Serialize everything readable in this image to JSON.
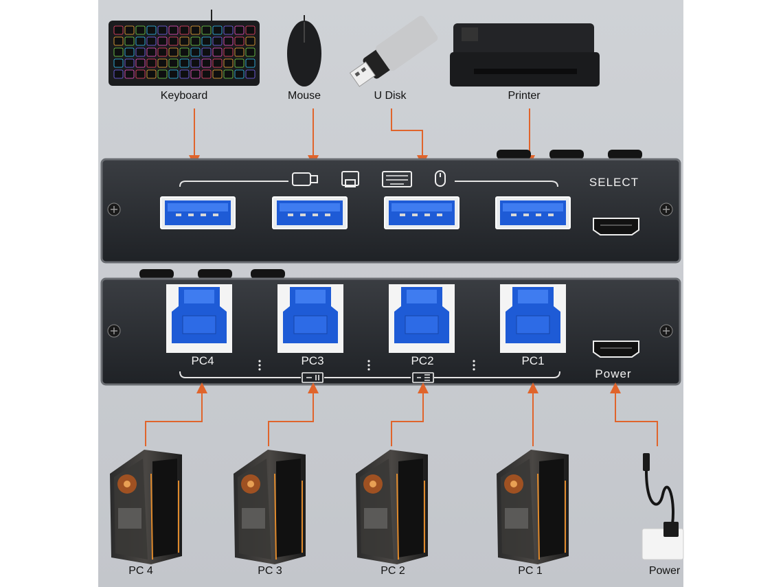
{
  "devices": {
    "keyboard": "Keyboard",
    "mouse": "Mouse",
    "udisk": "U Disk",
    "printer": "Printer"
  },
  "top_panel": {
    "select": "SELECT",
    "icons": [
      "usb-drive-icon",
      "printer-icon",
      "keyboard-icon",
      "mouse-icon"
    ]
  },
  "bottom_panel": {
    "ports": [
      "PC4",
      "PC3",
      "PC2",
      "PC1"
    ],
    "power": "Power"
  },
  "computers": [
    "PC 4",
    "PC 3",
    "PC 2",
    "PC 1"
  ],
  "power_label": "Power",
  "colors": {
    "arrow": "#e0642b",
    "usb_blue": "#1e5bd6",
    "panel": "#2a2d31"
  }
}
